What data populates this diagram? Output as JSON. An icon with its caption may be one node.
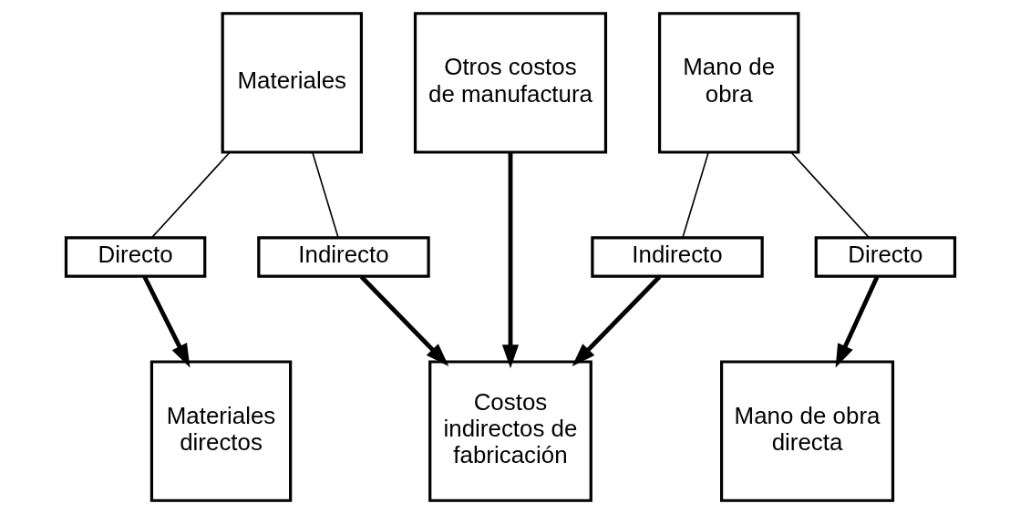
{
  "diagram": {
    "nodes": [
      {
        "text": [
          "Materiales"
        ]
      },
      {
        "text": [
          "Otros costos de manufactura"
        ]
      },
      {
        "text": [
          "Mano de obra"
        ]
      },
      {
        "text": [
          "Directo"
        ]
      },
      {
        "text": [
          "Indirecto"
        ]
      },
      {
        "text": [
          "Indirecto"
        ]
      },
      {
        "text": [
          "Directo"
        ]
      },
      {
        "text": [
          "Materiales directos"
        ]
      },
      {
        "text": [
          "Costos indirectos de fabricación"
        ]
      },
      {
        "text": [
          "Mano de obra directa"
        ]
      }
    ],
    "edges": [
      {
        "from": 0,
        "to": 3,
        "arrow": "none"
      },
      {
        "from": 0,
        "to": 4,
        "arrow": "none"
      },
      {
        "from": 2,
        "to": 5,
        "arrow": "none"
      },
      {
        "from": 2,
        "to": 6,
        "arrow": "none"
      },
      {
        "from": 3,
        "to": 7,
        "arrow": "to"
      },
      {
        "from": 4,
        "to": 8,
        "arrow": "to"
      },
      {
        "from": 1,
        "to": 8,
        "arrow": "to"
      },
      {
        "from": 5,
        "to": 8,
        "arrow": "to"
      },
      {
        "from": 6,
        "to": 9,
        "arrow": "to"
      }
    ]
  }
}
